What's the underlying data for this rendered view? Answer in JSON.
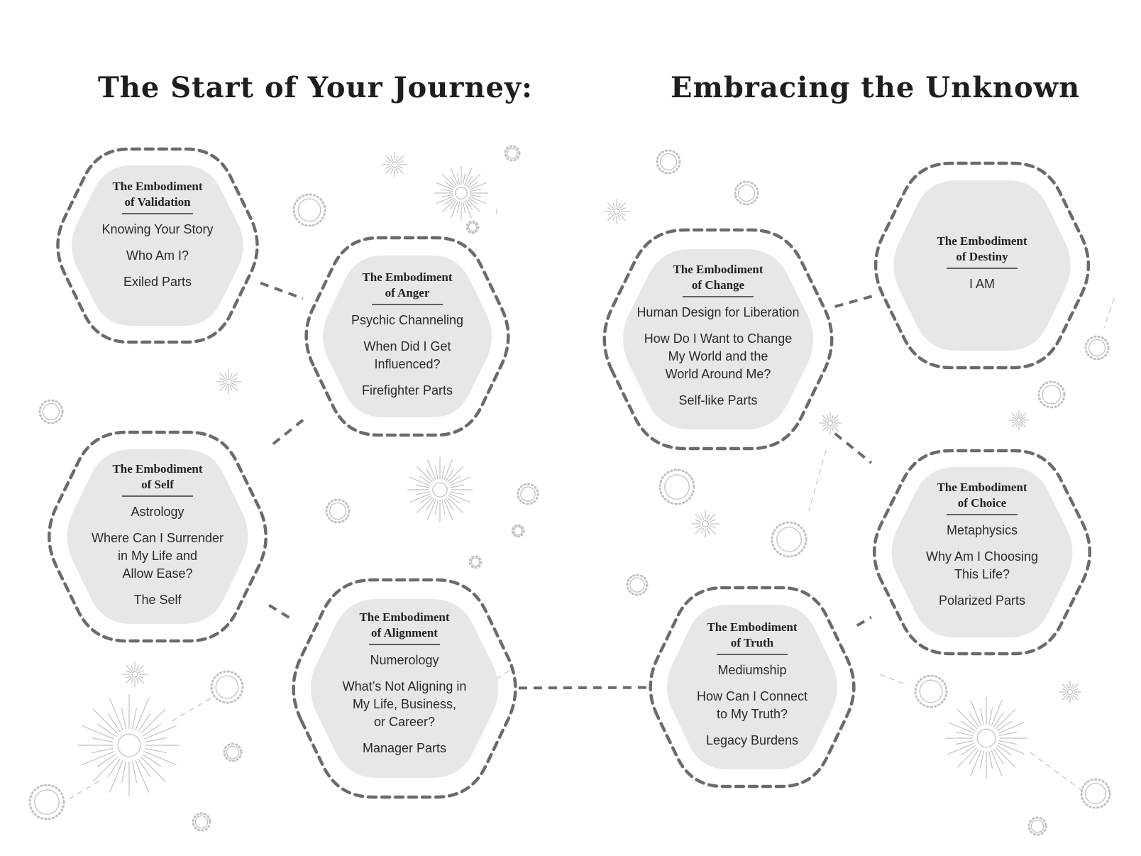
{
  "headings": {
    "left": "The Start of Your Journey:",
    "right": "Embracing the Unknown"
  },
  "colors": {
    "hex_fill": "#e7e7e7",
    "dash_stroke": "#6b6b6b",
    "decor": "#c2c2c2"
  },
  "nodes": [
    {
      "id": "validation",
      "title": [
        "The Embodiment",
        "of Validation"
      ],
      "items": [
        [
          "Knowing Your Story"
        ],
        [
          "Who Am I?"
        ],
        [
          "Exiled Parts"
        ]
      ]
    },
    {
      "id": "anger",
      "title": [
        "The Embodiment",
        "of Anger"
      ],
      "items": [
        [
          "Psychic Channeling"
        ],
        [
          "When Did I Get",
          "Influenced?"
        ],
        [
          "Firefighter Parts"
        ]
      ]
    },
    {
      "id": "self",
      "title": [
        "The Embodiment",
        "of Self"
      ],
      "items": [
        [
          "Astrology"
        ],
        [
          "Where Can I Surrender",
          "in My Life and",
          "Allow Ease?"
        ],
        [
          "The Self"
        ]
      ]
    },
    {
      "id": "alignment",
      "title": [
        "The Embodiment",
        "of Alignment"
      ],
      "items": [
        [
          "Numerology"
        ],
        [
          "What’s Not Aligning in",
          "My Life, Business,",
          "or Career?"
        ],
        [
          "Manager Parts"
        ]
      ]
    },
    {
      "id": "change",
      "title": [
        "The Embodiment",
        "of Change"
      ],
      "items": [
        [
          "Human Design for Liberation"
        ],
        [
          "How Do I Want to Change",
          "My World and the",
          "World  Around Me?"
        ],
        [
          "Self-like Parts"
        ]
      ]
    },
    {
      "id": "destiny",
      "title": [
        "The Embodiment",
        "of Destiny"
      ],
      "items": [
        [
          "I AM"
        ]
      ]
    },
    {
      "id": "choice",
      "title": [
        "The Embodiment",
        "of Choice"
      ],
      "items": [
        [
          "Metaphysics"
        ],
        [
          "Why Am I Choosing",
          "This Life?"
        ],
        [
          "Polarized Parts"
        ]
      ]
    },
    {
      "id": "truth",
      "title": [
        "The Embodiment",
        "of Truth"
      ],
      "items": [
        [
          "Mediumship"
        ],
        [
          "How Can I Connect",
          "to My Truth?"
        ],
        [
          "Legacy Burdens"
        ]
      ]
    }
  ],
  "connections": [
    [
      "validation",
      "anger"
    ],
    [
      "anger",
      "self"
    ],
    [
      "self",
      "alignment"
    ],
    [
      "alignment",
      "truth"
    ],
    [
      "truth",
      "choice"
    ],
    [
      "change",
      "choice"
    ],
    [
      "change",
      "destiny"
    ]
  ]
}
